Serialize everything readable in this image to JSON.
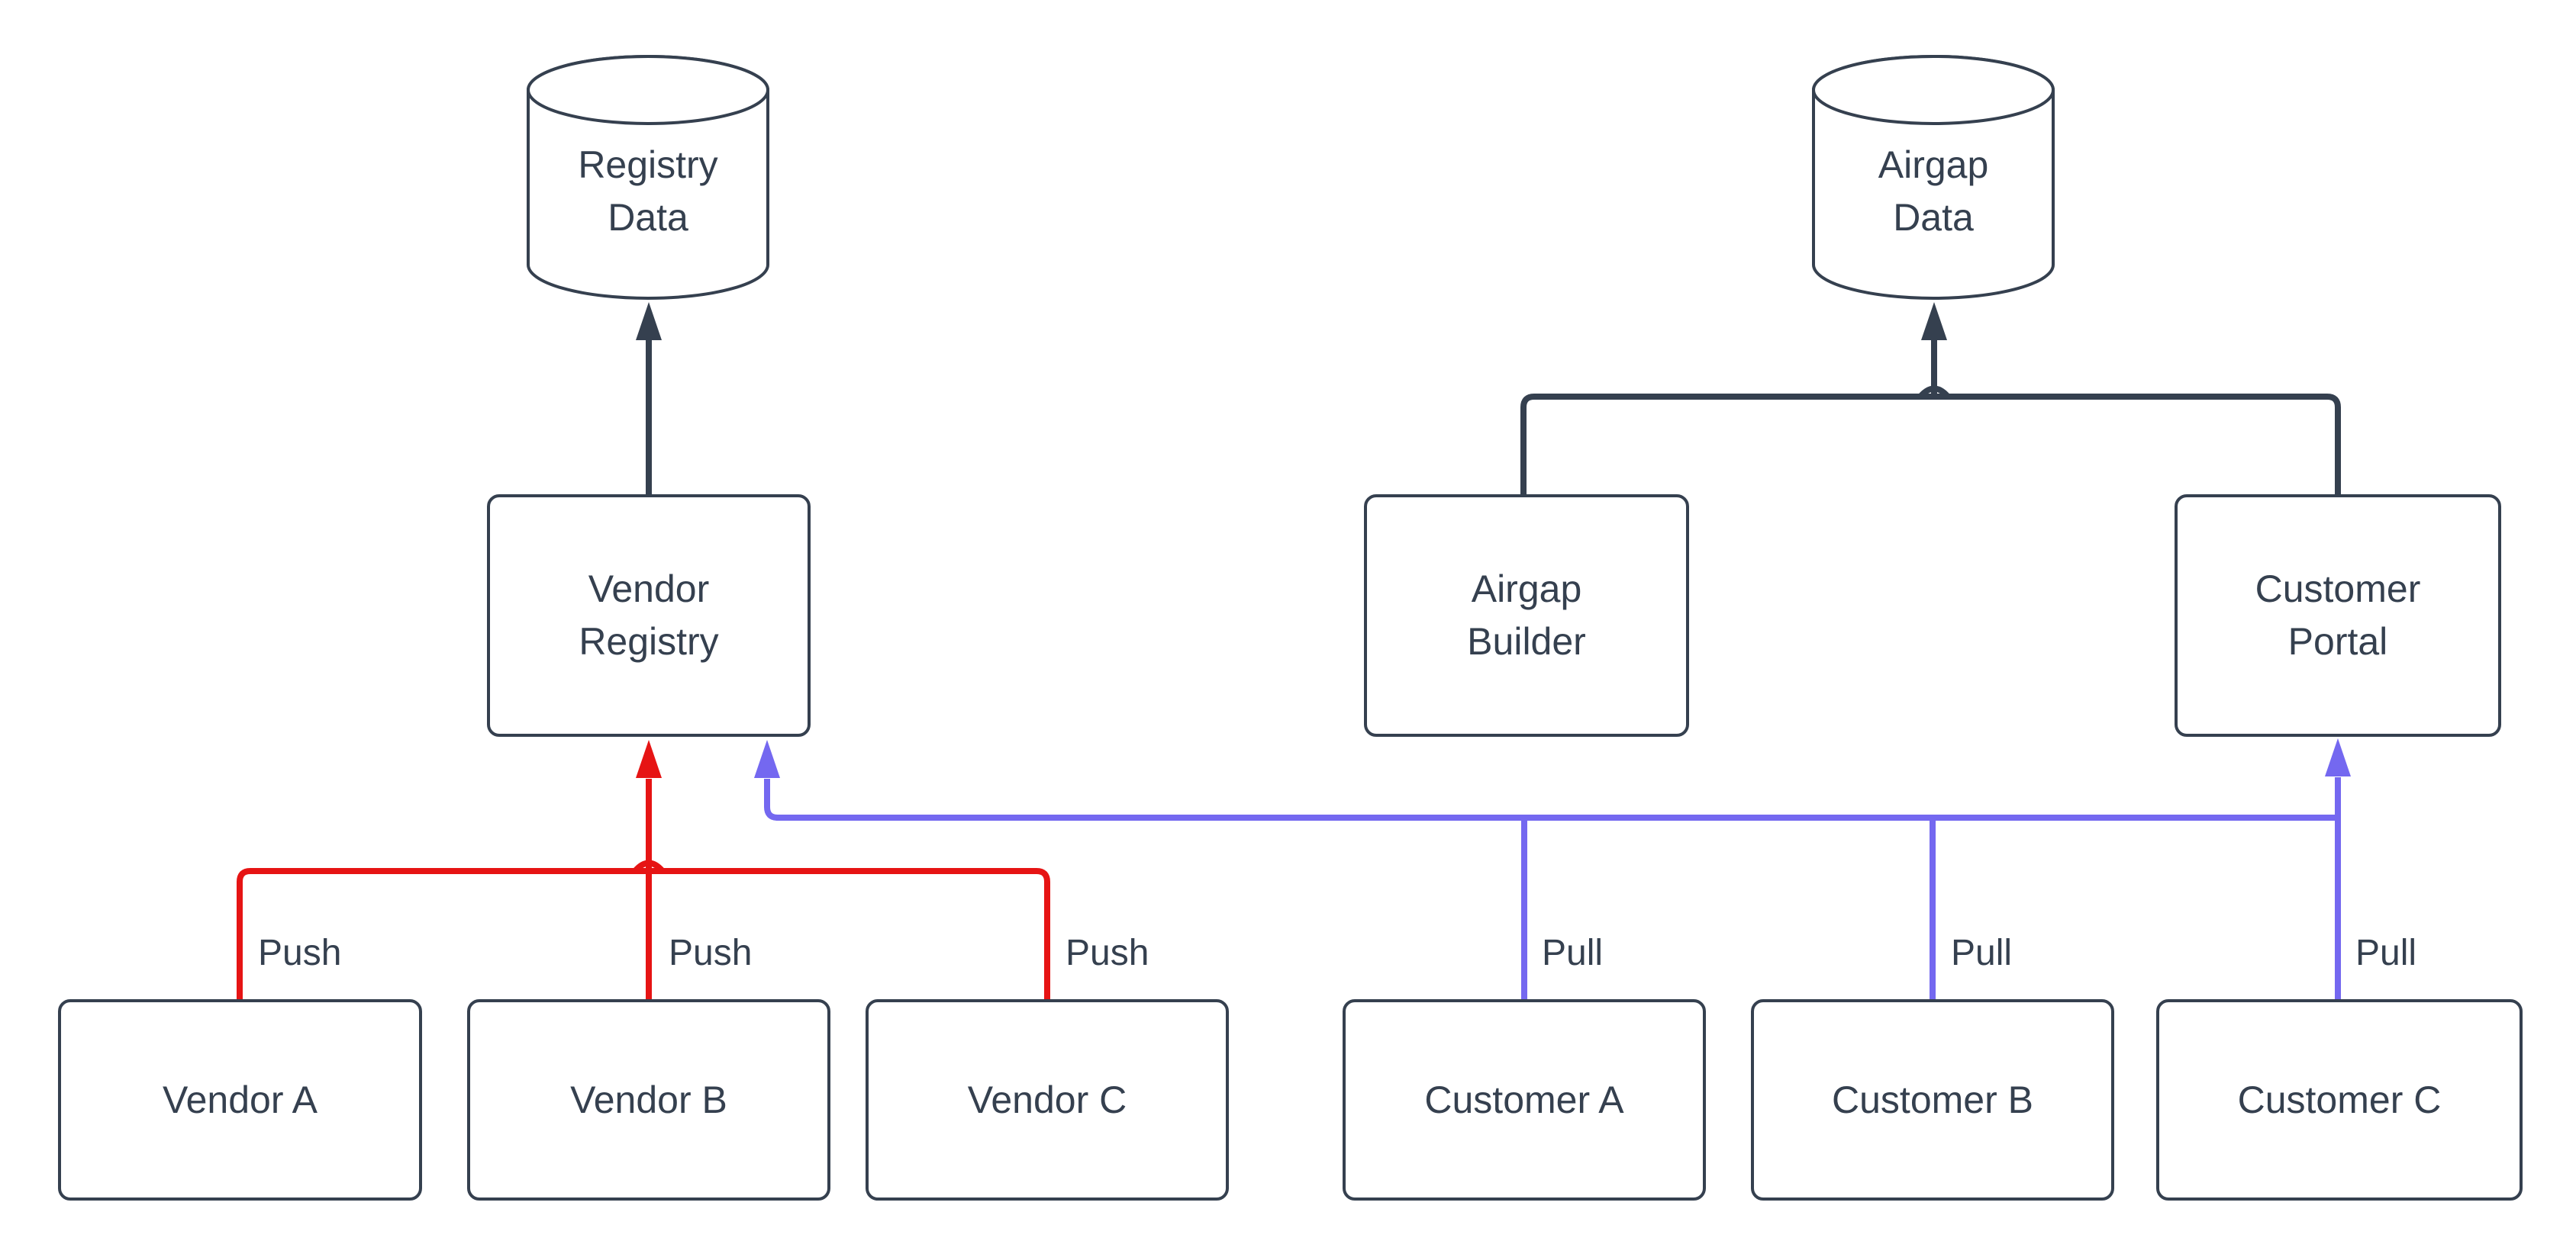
{
  "diagram": {
    "type": "flowchart",
    "background": "#ffffff",
    "colors": {
      "node_border": "#35404f",
      "text": "#35404f",
      "edge_dark": "#35404f",
      "edge_push": "#e61414",
      "edge_pull": "#7468f0"
    },
    "nodes": {
      "registry_data": {
        "label": "Registry\nData",
        "shape": "cylinder"
      },
      "airgap_data": {
        "label": "Airgap\nData",
        "shape": "cylinder"
      },
      "vendor_registry": {
        "label": "Vendor\nRegistry",
        "shape": "rect"
      },
      "airgap_builder": {
        "label": "Airgap\nBuilder",
        "shape": "rect"
      },
      "customer_portal": {
        "label": "Customer\nPortal",
        "shape": "rect"
      },
      "vendor_a": {
        "label": "Vendor A",
        "shape": "rect"
      },
      "vendor_b": {
        "label": "Vendor B",
        "shape": "rect"
      },
      "vendor_c": {
        "label": "Vendor C",
        "shape": "rect"
      },
      "customer_a": {
        "label": "Customer A",
        "shape": "rect"
      },
      "customer_b": {
        "label": "Customer B",
        "shape": "rect"
      },
      "customer_c": {
        "label": "Customer C",
        "shape": "rect"
      }
    },
    "edges": [
      {
        "from": "vendor_registry",
        "to": [
          "registry_data"
        ],
        "label": "",
        "color": "dark"
      },
      {
        "from": "airgap_builder",
        "to": [
          "airgap_data"
        ],
        "label": "",
        "color": "dark"
      },
      {
        "from": "customer_portal",
        "to": [
          "airgap_data"
        ],
        "label": "",
        "color": "dark"
      },
      {
        "from": "vendor_a",
        "to": [
          "vendor_registry"
        ],
        "label": "Push",
        "color": "red"
      },
      {
        "from": "vendor_b",
        "to": [
          "vendor_registry"
        ],
        "label": "Push",
        "color": "red"
      },
      {
        "from": "vendor_c",
        "to": [
          "vendor_registry"
        ],
        "label": "Push",
        "color": "red"
      },
      {
        "from": "customer_a",
        "to": [
          "vendor_registry",
          "customer_portal"
        ],
        "label": "Pull",
        "color": "blue"
      },
      {
        "from": "customer_b",
        "to": [
          "vendor_registry",
          "customer_portal"
        ],
        "label": "Pull",
        "color": "blue"
      },
      {
        "from": "customer_c",
        "to": [
          "vendor_registry",
          "customer_portal"
        ],
        "label": "Pull",
        "color": "blue"
      }
    ]
  }
}
